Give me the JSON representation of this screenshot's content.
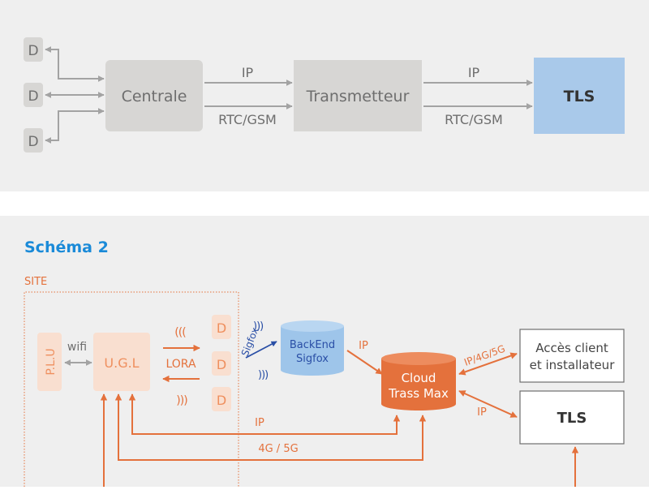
{
  "schema1": {
    "devices": [
      "D",
      "D",
      "D"
    ],
    "central": "Centrale",
    "transmitter": "Transmetteur",
    "receiver": "TLS",
    "link_top_1": "IP",
    "link_bottom_1": "RTC/GSM",
    "link_top_2": "IP",
    "link_bottom_2": "RTC/GSM"
  },
  "schema2": {
    "title": "Schéma 2",
    "site_label": "SITE",
    "plu": "P.L.U",
    "wifi": "wifi",
    "ugl": "U.G.L",
    "lora": "LORA",
    "devices": [
      "D",
      "D",
      "D"
    ],
    "sigfox_label": "Sigfox",
    "backend_line1": "BackEnd",
    "backend_line2": "Sigfox",
    "ip_backend": "IP",
    "cloud_line1": "Cloud",
    "cloud_line2": "Trass Max",
    "ip_4g_5g": "IP/4G/5G",
    "client_line1": "Accès client",
    "client_line2": "et installateur",
    "ip_tls": "IP",
    "tls": "TLS",
    "ip_ugl": "IP",
    "net_4g_5g": "4G / 5G"
  },
  "colors": {
    "panel": "#efefef",
    "grey_box": "#d7d6d4",
    "grey_text": "#6e6e6e",
    "arrow_grey": "#a3a3a3",
    "tls_blue": "#a9c9ea",
    "title_blue": "#1a8ad8",
    "orange": "#e4713c",
    "peach": "#f9dfd0",
    "peach_text": "#ef8f5e",
    "sigfox_blue": "#2a4fa6",
    "backend_blue": "#9ec5ea",
    "dark_text": "#333333"
  }
}
